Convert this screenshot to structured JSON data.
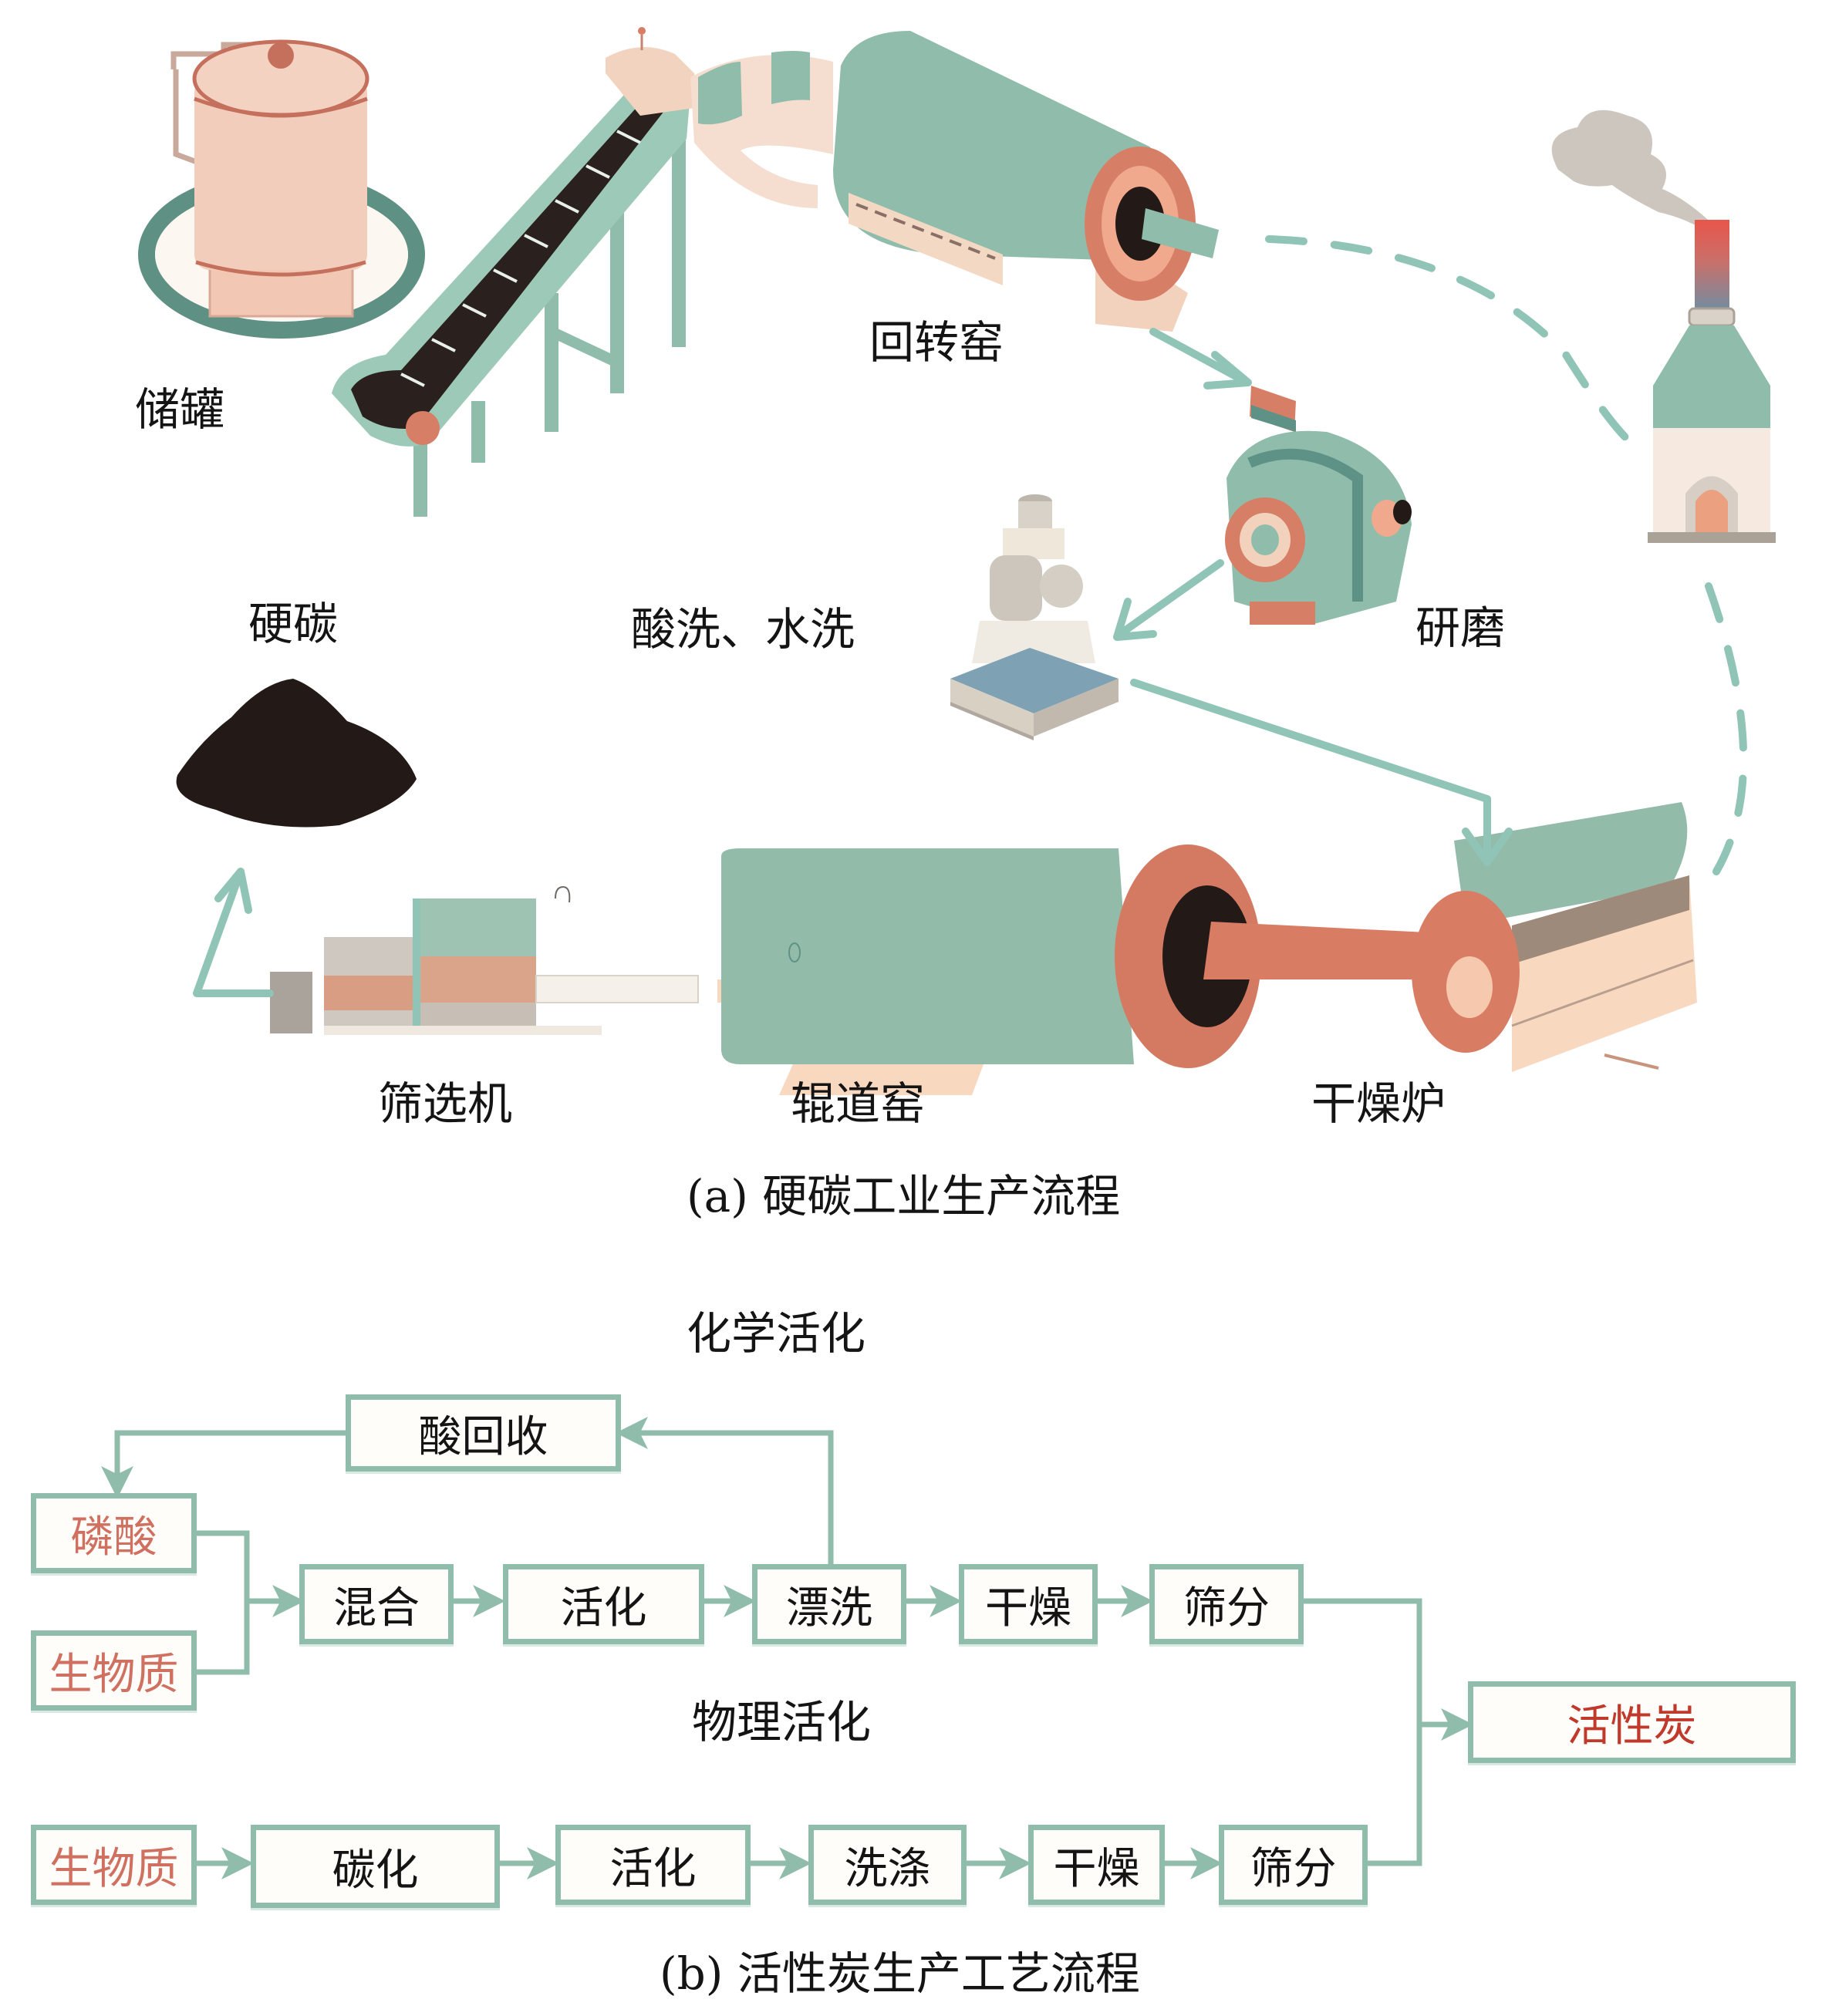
{
  "colors": {
    "teal": "#8fbcab",
    "teal_dark": "#5e9286",
    "salmon": "#d97c64",
    "cream": "#f7d9c4",
    "beige": "#efdccd",
    "gray": "#bdb6ad",
    "blue_gray": "#7ea2b4",
    "black": "#231a17",
    "input_text": "#d07060",
    "output_text": "#c0392b"
  },
  "part_a": {
    "caption": "(a) 硬碳工业生产流程",
    "equipment": [
      {
        "id": "storage-tank",
        "label": "储罐"
      },
      {
        "id": "conveyor",
        "label": ""
      },
      {
        "id": "rotary-kiln",
        "label": "回转窑"
      },
      {
        "id": "grinder",
        "label": "研磨"
      },
      {
        "id": "washer",
        "label": "酸洗、水洗"
      },
      {
        "id": "chimney",
        "label": ""
      },
      {
        "id": "drying-furnace",
        "label": "干燥炉"
      },
      {
        "id": "roller-kiln",
        "label": "辊道窑"
      },
      {
        "id": "screening-machine",
        "label": "筛选机"
      },
      {
        "id": "hard-carbon",
        "label": "硬碳"
      }
    ]
  },
  "part_b": {
    "caption": "(b) 活性炭生产工艺流程",
    "chemical": {
      "title": "化学活化",
      "recovery": "酸回收",
      "inputs": [
        "磷酸",
        "生物质"
      ],
      "steps": [
        "混合",
        "活化",
        "漂洗",
        "干燥",
        "筛分"
      ]
    },
    "physical": {
      "title": "物理活化",
      "input": "生物质",
      "steps": [
        "碳化",
        "活化",
        "洗涤",
        "干燥",
        "筛分"
      ]
    },
    "output": "活性炭"
  }
}
